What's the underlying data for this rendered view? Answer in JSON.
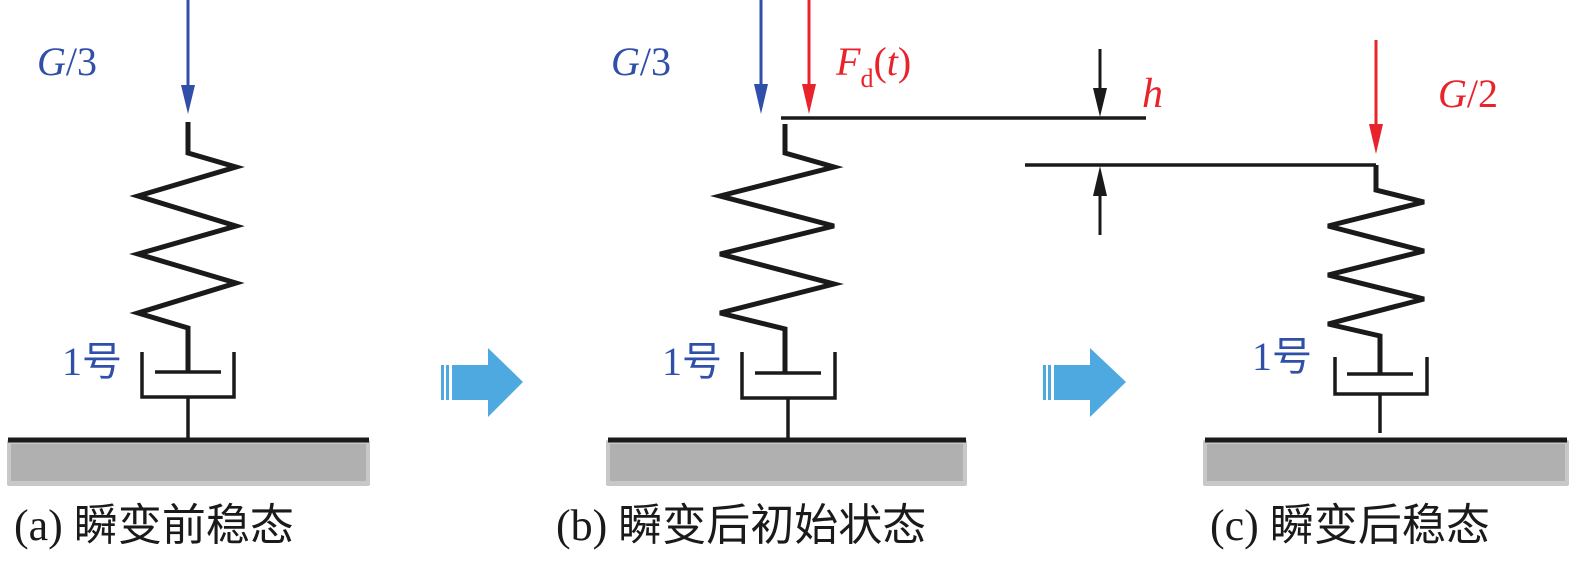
{
  "figure": {
    "colors": {
      "load_blue": "#2f4fa8",
      "load_red": "#e8232b",
      "transition_arrow": "#4ea9e0",
      "ground_fill": "#b0b0b0",
      "ground_border": "#c8c8c8",
      "line": "#1a1a1a"
    },
    "panels": [
      {
        "id": "a",
        "caption": "(a) 瞬变前稳态",
        "support_label": "1号",
        "loads": [
          {
            "label_main": "G",
            "label_rest": "/3",
            "color": "blue"
          }
        ]
      },
      {
        "id": "b",
        "caption": "(b) 瞬变后初始状态",
        "support_label": "1号",
        "loads": [
          {
            "label_main": "G",
            "label_rest": "/3",
            "color": "blue"
          },
          {
            "label_main": "F",
            "label_sub": "d",
            "label_arg": "t",
            "color": "red"
          }
        ],
        "dimension_label": "h"
      },
      {
        "id": "c",
        "caption": "(c) 瞬变后稳态",
        "support_label": "1号",
        "loads": [
          {
            "label_main": "G",
            "label_rest": "/2",
            "color": "red"
          }
        ]
      }
    ],
    "transition_arrows": [
      "a-to-b",
      "b-to-c"
    ]
  }
}
